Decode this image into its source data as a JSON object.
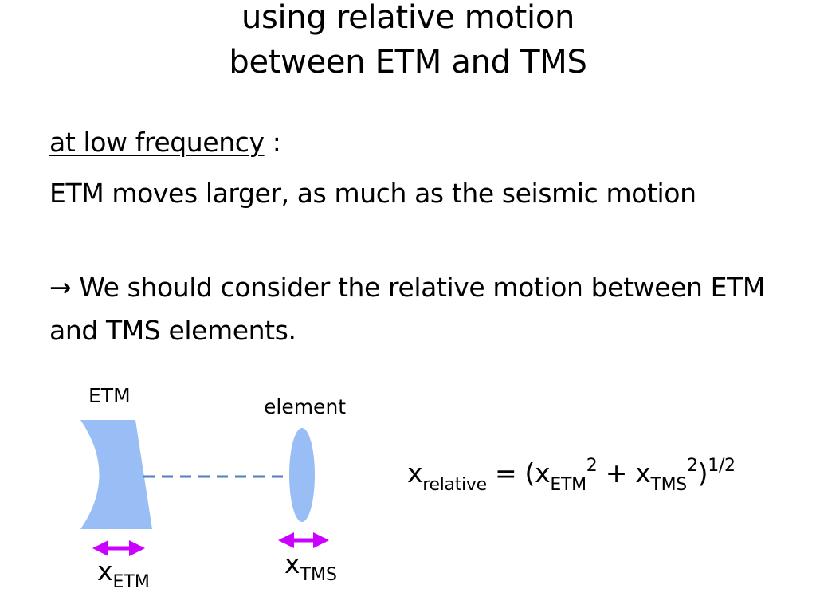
{
  "title": {
    "line1": "using relative motion",
    "line2": "between ETM and TMS"
  },
  "bullets": {
    "heading_underlined": "at low frequency",
    "heading_suffix": " :",
    "line2": "ETM moves larger, as much as the seismic motion",
    "line3_arrow": "→",
    "line3": " We should consider the relative motion between ETM and TMS elements."
  },
  "diagram": {
    "etm_label": "ETM",
    "element_label": "element",
    "x_etm_var": "x",
    "x_etm_sub": "ETM",
    "x_tms_var": "x",
    "x_tms_sub": "TMS",
    "colors": {
      "optic_fill": "#99bdf5",
      "beam_dash": "#4f81bd",
      "arrow": "#cc00ff"
    }
  },
  "formula": {
    "x1": "x",
    "sub_relative": "relative",
    "equals": " =  (x",
    "sub_etm": "ETM",
    "sup_2a": "2",
    "plus": " + x",
    "sub_tms": "TMS",
    "sup_2b": "2",
    "close": ")",
    "sup_half": "1/2"
  }
}
